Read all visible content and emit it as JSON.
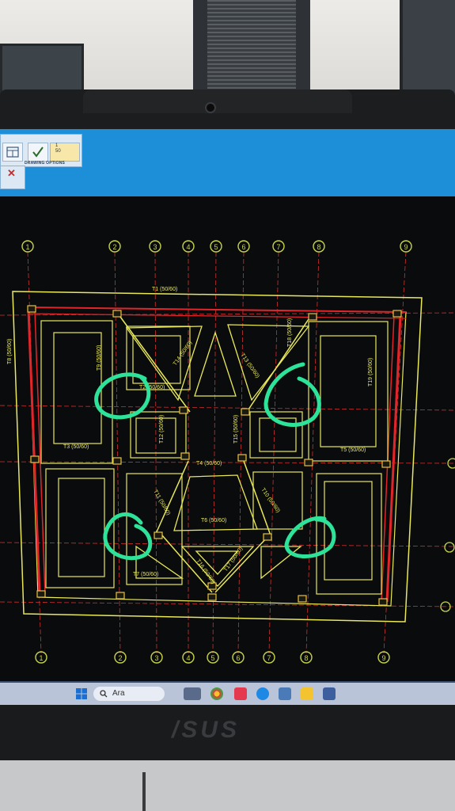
{
  "toolbar": {
    "drawing_options_label": "DRAWING OPTIONS",
    "scale_label": "1\n50"
  },
  "grid_labels": [
    "1",
    "2",
    "3",
    "4",
    "5",
    "6",
    "7",
    "8",
    "9"
  ],
  "beams": [
    {
      "id": "T1",
      "label": "T1  (50/60)"
    },
    {
      "id": "T2",
      "label": "T2  (50/60)"
    },
    {
      "id": "T3",
      "label": "T3  (50/60)"
    },
    {
      "id": "T4",
      "label": "T4  (50/60)"
    },
    {
      "id": "T5",
      "label": "T5  (50/60)"
    },
    {
      "id": "T6",
      "label": "T6  (50/60)"
    },
    {
      "id": "T7",
      "label": "T7  (50/60)"
    },
    {
      "id": "T8",
      "label": "T8  (50/60)"
    },
    {
      "id": "T9",
      "label": "T9  (50/60)"
    },
    {
      "id": "T10",
      "label": "T10  (50/60)"
    },
    {
      "id": "T11",
      "label": "T11  (50/60)"
    },
    {
      "id": "T12",
      "label": "T12  (50/60)"
    },
    {
      "id": "T13",
      "label": "T13  (50/60)"
    },
    {
      "id": "T14",
      "label": "T14  (50/60)"
    },
    {
      "id": "T15",
      "label": "T15  (50/60)"
    },
    {
      "id": "T16",
      "label": "T16  (50/60)"
    },
    {
      "id": "T17",
      "label": "T17  (50/60)"
    },
    {
      "id": "T18",
      "label": "T18  (50/60)"
    },
    {
      "id": "T19",
      "label": "T19  (50/60)"
    }
  ],
  "taskbar": {
    "search_text": "Ara"
  },
  "monitor_brand": "/SUS",
  "colors": {
    "ribbon": "#1d8fd8",
    "cad_yellow": "#e8e85a",
    "cad_red": "#e0262a",
    "grid_green": "#c8d44a",
    "annotation": "#2de39a"
  }
}
